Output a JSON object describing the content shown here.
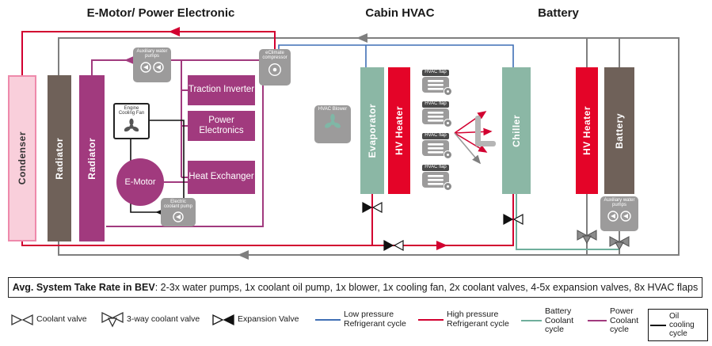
{
  "headers": {
    "emotor": "E-Motor/ Power Electronic",
    "cabin": "Cabin HVAC",
    "battery": "Battery"
  },
  "blocks": {
    "condenser": {
      "label": "Condenser"
    },
    "radiator_gray": {
      "label": "Radiator"
    },
    "radiator_magenta": {
      "label": "Radiator"
    },
    "traction_inverter": {
      "label": "Traction Inverter"
    },
    "power_electronics": {
      "label": "Power Electronics"
    },
    "heat_exchanger": {
      "label": "Heat Exchanger"
    },
    "emotor": {
      "label": "E-Motor"
    },
    "evaporator": {
      "label": "Evaporator"
    },
    "hv_heater_cabin": {
      "label": "HV Heater"
    },
    "chiller": {
      "label": "Chiller"
    },
    "hv_heater_battery": {
      "label": "HV Heater"
    },
    "battery": {
      "label": "Battery"
    }
  },
  "icons": {
    "aux_pumps_left": {
      "label": "Auxiliary water pumps"
    },
    "engine_fan": {
      "label": "Engine Cooling Fan"
    },
    "coolant_pump": {
      "label": "Electric coolant pump"
    },
    "compressor": {
      "label": "eClimate compressor"
    },
    "blower": {
      "label": "HVAC Blower"
    },
    "flaps": [
      {
        "label": "HVAC flap"
      },
      {
        "label": "HVAC flap"
      },
      {
        "label": "HVAC flap"
      },
      {
        "label": "HVAC flap"
      }
    ],
    "aux_pumps_right": {
      "label": "Auxiliary water pumps"
    }
  },
  "footer": {
    "title": "Avg. System Take Rate in BEV",
    "text": ": 2-3x water pumps, 1x coolant oil pump, 1x blower, 1x cooling fan, 2x coolant valves, 4-5x expansion valves, 8x HVAC flaps"
  },
  "legend": {
    "coolant_valve": "Coolant valve",
    "three_way_valve": "3-way coolant valve",
    "expansion_valve": "Expansion Valve",
    "low_pressure": "Low pressure Refrigerant cycle",
    "high_pressure": "High pressure Refrigerant cycle",
    "battery_coolant": "Battery Coolant cycle",
    "power_coolant": "Power Coolant cycle",
    "oil_cooling": "Oil cooling cycle"
  },
  "colors": {
    "magenta": "#a13a7e",
    "red_block": "#e40428",
    "teal_block": "#8bb7a5",
    "gray_block": "#6f6159",
    "condenser_fill": "#f9cfdb",
    "condenser_border": "#ee8aab",
    "icon_gray": "#9c9b9b",
    "line_red": "#d20030",
    "line_blue": "#3f6fb5",
    "line_teal": "#6fae9c",
    "line_magenta": "#a13a7e",
    "line_gray": "#7f7f7f",
    "line_black": "#111111"
  }
}
